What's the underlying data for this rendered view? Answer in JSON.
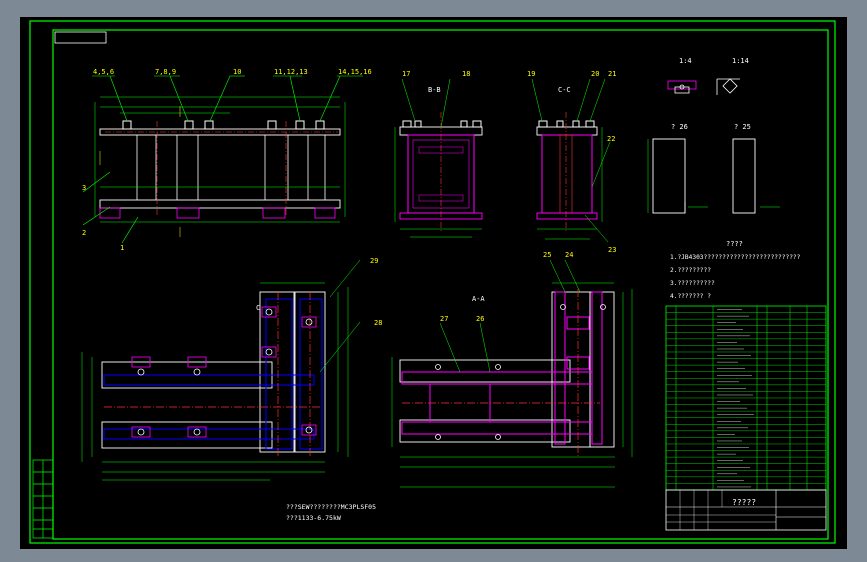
{
  "colors": {
    "background": "#000000",
    "frame": "#00ff00",
    "outline": "#ffffff",
    "weld": "#ff00ff",
    "centerline": "#ff3030",
    "plan": "#0000ff",
    "dims": "#00ff00"
  },
  "views": {
    "section_bb": "B-B",
    "section_cc": "C-C",
    "section_aa": "A-A",
    "detail_14": "1:4",
    "detail_114": "1:14",
    "detail_26": "? 26",
    "detail_25": "? 25",
    "cut_c": "C"
  },
  "balloons": {
    "top_left": [
      "4,5,6",
      "7,8,9",
      "10",
      "11,12,13",
      "14,15,16"
    ],
    "bb": [
      "17",
      "18"
    ],
    "cc": [
      "19",
      "20",
      "21",
      "22",
      "23"
    ],
    "side": [
      "3",
      "2",
      "1"
    ],
    "plan": [
      "29",
      "28"
    ],
    "aa": [
      "27",
      "26",
      "25",
      "24"
    ]
  },
  "notes": {
    "heading": "????",
    "lines": [
      "1.?JB4303??????????????????????????",
      "2.?????????",
      "3.??????????",
      "4.??????? ?"
    ]
  },
  "motor_text": {
    "line1": "???SEW????????MC3PLSF05",
    "line2": "???1133-6.75kW"
  },
  "title_block": {
    "title": "?????"
  }
}
